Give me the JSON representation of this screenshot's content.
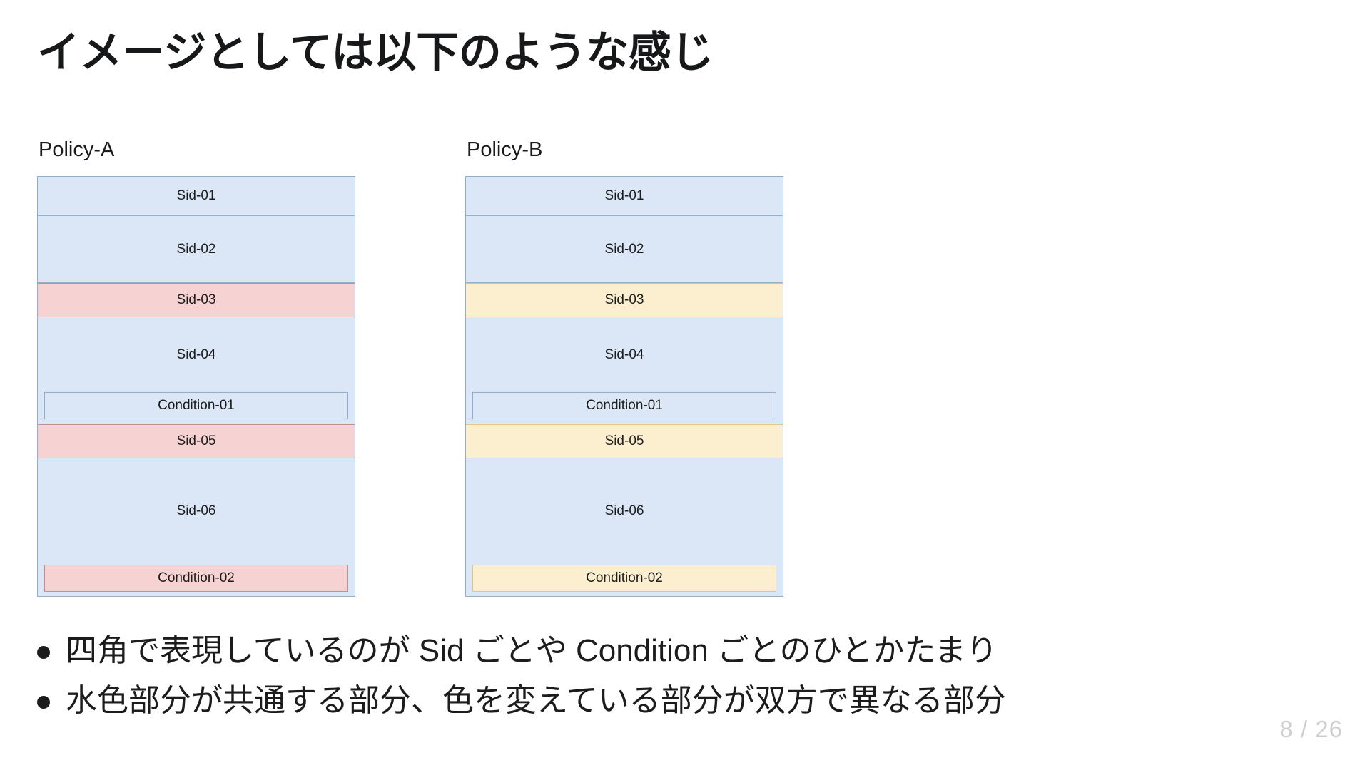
{
  "slide": {
    "title": "イメージとしては以下のような感じ",
    "page_indicator": "8 / 26"
  },
  "colors": {
    "common_fill": "#dbe6f7",
    "common_border": "#8faec9",
    "diff_a_fill": "#f6d2d2",
    "diff_a_border": "#c2908f",
    "diff_b_fill": "#fcefcf",
    "diff_b_border": "#ddc68c",
    "text": "#1c1c1c",
    "page_number": "#cfcfcf"
  },
  "diagram": {
    "columns": [
      {
        "label": "Policy-A",
        "segments": [
          {
            "label": "Sid-01",
            "style": "blue",
            "height": 55,
            "condition": null
          },
          {
            "label": "Sid-02",
            "style": "blue",
            "height": 95,
            "condition": null
          },
          {
            "label": "Sid-03",
            "style": "pink",
            "height": 48,
            "condition": null
          },
          {
            "label": "Sid-04",
            "style": "blue",
            "height": 150,
            "condition": {
              "label": "Condition-01",
              "style": "blue"
            }
          },
          {
            "label": "Sid-05",
            "style": "pink",
            "height": 48,
            "condition": null
          },
          {
            "label": "Sid-06",
            "style": "blue",
            "height": 194,
            "condition": {
              "label": "Condition-02",
              "style": "pink"
            }
          }
        ]
      },
      {
        "label": "Policy-B",
        "segments": [
          {
            "label": "Sid-01",
            "style": "blue",
            "height": 55,
            "condition": null
          },
          {
            "label": "Sid-02",
            "style": "blue",
            "height": 95,
            "condition": null
          },
          {
            "label": "Sid-03",
            "style": "yellow",
            "height": 48,
            "condition": null
          },
          {
            "label": "Sid-04",
            "style": "blue",
            "height": 150,
            "condition": {
              "label": "Condition-01",
              "style": "blue"
            }
          },
          {
            "label": "Sid-05",
            "style": "yellow",
            "height": 48,
            "condition": null
          },
          {
            "label": "Sid-06",
            "style": "blue",
            "height": 194,
            "condition": {
              "label": "Condition-02",
              "style": "yellow"
            }
          }
        ]
      }
    ]
  },
  "bullets": [
    "四角で表現しているのが Sid ごとや Condition ごとのひとかたまり",
    "水色部分が共通する部分、色を変えている部分が双方で異なる部分"
  ]
}
